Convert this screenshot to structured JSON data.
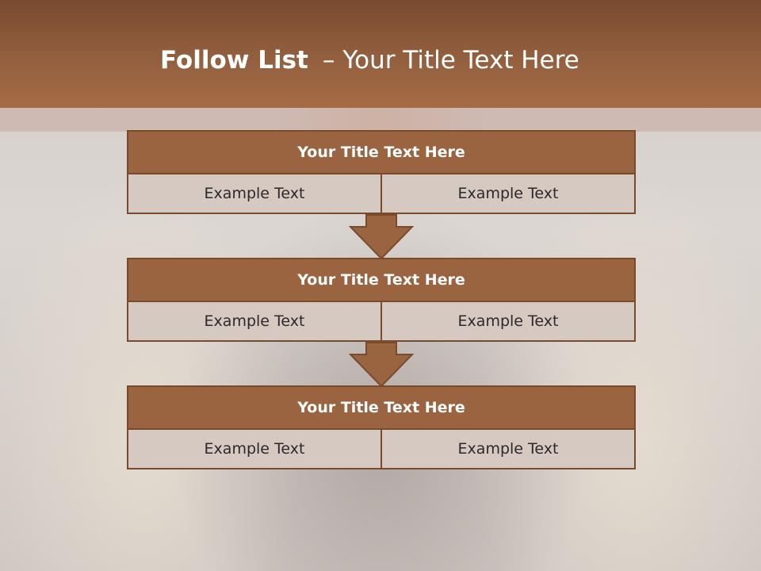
{
  "slide": {
    "title_bold": "Follow List",
    "title_sep": "–",
    "title_rest": "Your Title Text Here"
  },
  "steps": [
    {
      "title": "Your Title Text Here",
      "left": "Example Text",
      "right": "Example Text"
    },
    {
      "title": "Your Title Text Here",
      "left": "Example Text",
      "right": "Example Text"
    },
    {
      "title": "Your Title Text Here",
      "left": "Example Text",
      "right": "Example Text"
    }
  ],
  "colors": {
    "header": "#93603f",
    "block_head": "#9a6440",
    "cell": "#d6c9c1",
    "border": "#7a4a2c"
  }
}
